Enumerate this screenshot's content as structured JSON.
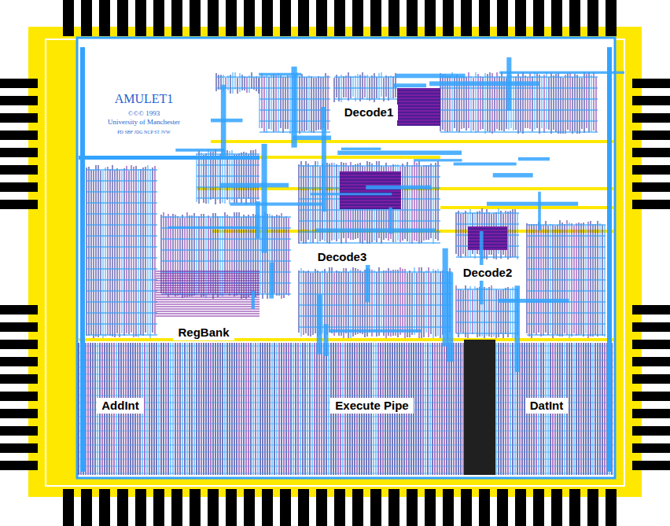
{
  "diagram": {
    "labels": [
      "AMULET1",
      "©©© 1993",
      "University of Manchester",
      "PD SBF JDG NCP ST JVW",
      "Decode1",
      "Decode3",
      "Decode2",
      "RegBank",
      "AddInt",
      "Execute Pipe",
      "DatInt"
    ]
  }
}
